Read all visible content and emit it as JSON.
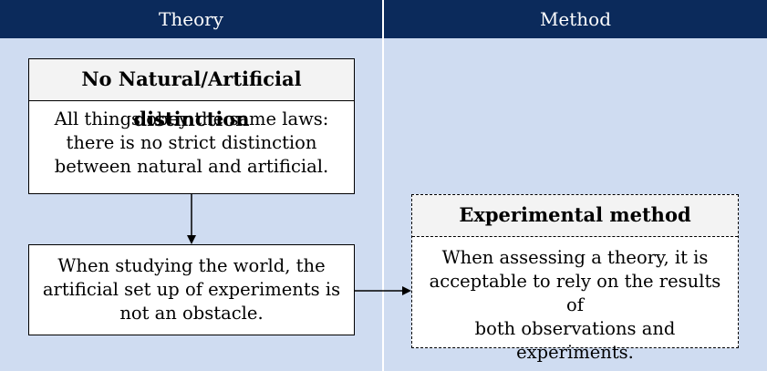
{
  "columns": {
    "theory": {
      "header": "Theory"
    },
    "method": {
      "header": "Method"
    }
  },
  "boxes": {
    "no_distinction": {
      "title": "No Natural/Artificial distinction",
      "text": "All things obey the same laws:\nthere is no strict distinction\nbetween natural and artificial."
    },
    "artificial_setup": {
      "text": "When studying the world, the\nartificial set up of experiments is\nnot an obstacle."
    },
    "experimental_method": {
      "title": "Experimental method",
      "text": "When assessing a theory, it is\nacceptable to rely on the results of\nboth observations and\nexperiments."
    }
  },
  "colors": {
    "header_bg": "#0b2a5b",
    "column_bg": "#cfdcf1",
    "title_bg": "#f3f3f3"
  }
}
